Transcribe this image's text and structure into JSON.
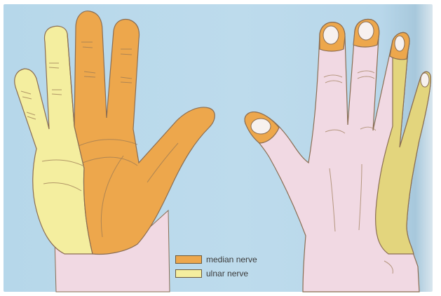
{
  "legend": {
    "items": [
      {
        "label": "median nerve",
        "color": "#eda74c"
      },
      {
        "label": "ulnar nerve",
        "color": "#f4ee9f"
      }
    ]
  },
  "colors": {
    "background": "#bddbec",
    "skin": "#f1d9e3",
    "median": "#eda74c",
    "ulnar": "#f4ee9f",
    "ulnar_dorsal": "#e3d57d",
    "outline": "#8a6d52"
  },
  "figure": {
    "left_hand_view": "palm",
    "right_hand_view": "back"
  }
}
